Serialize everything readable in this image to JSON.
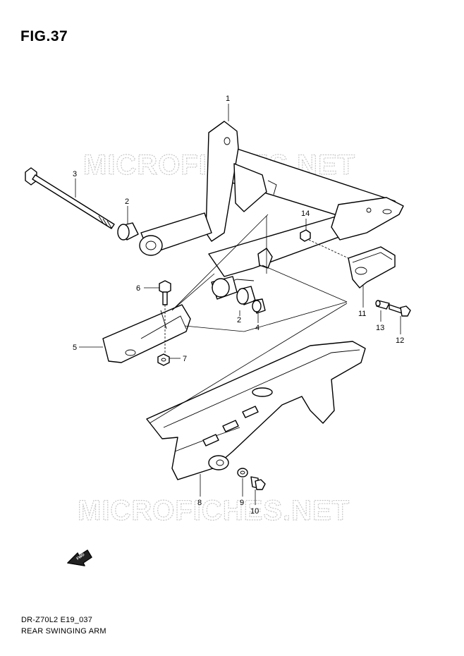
{
  "figure": {
    "title": "FIG.37",
    "code": "DR-Z70L2 E19_037",
    "name": "REAR SWINGING ARM"
  },
  "watermark": {
    "text": "MICROFICHES.NET"
  },
  "fwd_arrow": {
    "label": "FWD"
  },
  "callouts": [
    {
      "id": "callout-1",
      "label": "1"
    },
    {
      "id": "callout-2a",
      "label": "2"
    },
    {
      "id": "callout-2b",
      "label": "2"
    },
    {
      "id": "callout-3",
      "label": "3"
    },
    {
      "id": "callout-4",
      "label": "4"
    },
    {
      "id": "callout-5",
      "label": "5"
    },
    {
      "id": "callout-6",
      "label": "6"
    },
    {
      "id": "callout-7",
      "label": "7"
    },
    {
      "id": "callout-8",
      "label": "8"
    },
    {
      "id": "callout-9",
      "label": "9"
    },
    {
      "id": "callout-10",
      "label": "10"
    },
    {
      "id": "callout-11",
      "label": "11"
    },
    {
      "id": "callout-12",
      "label": "12"
    },
    {
      "id": "callout-13",
      "label": "13"
    },
    {
      "id": "callout-14",
      "label": "14"
    }
  ]
}
